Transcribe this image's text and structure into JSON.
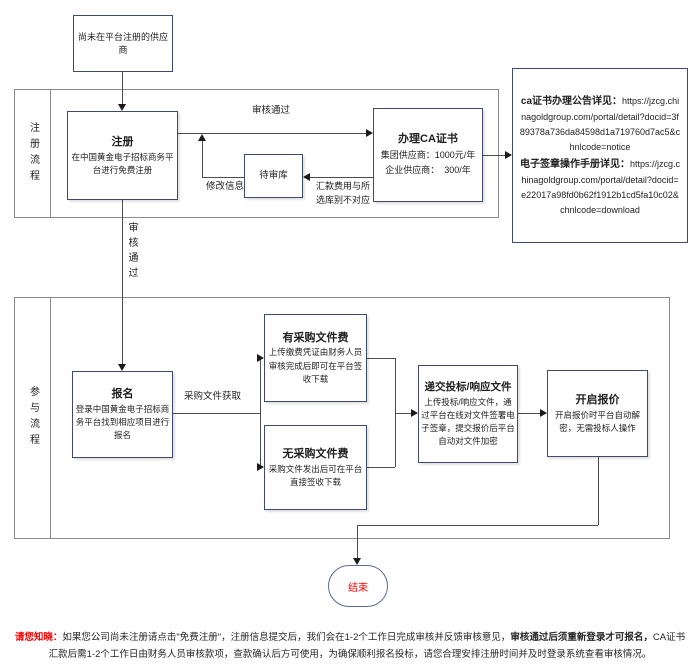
{
  "colors": {
    "node_border": "#3e4a6e",
    "lane_border": "#8a8a8a",
    "line": "#4d4d4d",
    "arrow": "#1a1a1a",
    "accent_red": "#ff0000",
    "text": "#1f1f1f"
  },
  "flow": {
    "start": {
      "label": "尚未在平台注册的供应商"
    },
    "section1": {
      "lane_label": "注册流程",
      "register": {
        "title": "注册",
        "desc": "在中国黄金电子招标商务平台进行免费注册"
      },
      "pending": {
        "title": "待审库"
      },
      "ca": {
        "title": "办理CA证书",
        "line1": "集团供应商：1000元/年",
        "line2": "企业供应商：  300/年"
      },
      "edge_approved": "审核通过",
      "edge_modify": "修改信息",
      "edge_mismatch": "汇款费用与所选库别不对应"
    },
    "edge_approved_vertical": "审核通过",
    "section2": {
      "lane_label": "参与流程",
      "signup": {
        "title": "报名",
        "desc": "登录中国黄金电子招标商务平台找到相应项目进行报名"
      },
      "edge_obtain": "采购文件获取",
      "fee_yes": {
        "title": "有采购文件费",
        "desc": "上传缴费凭证由财务人员审核完成后即可在平台签收下载"
      },
      "fee_no": {
        "title": "无采购文件费",
        "desc": "采购文件发出后可在平台直接签收下载"
      },
      "submit": {
        "title": "递交投标/响应文件",
        "desc": "上传投标/响应文件，通过平台在线对文件签署电子签章，提交报价后平台自动对文件加密"
      },
      "open_bid": {
        "title": "开启报价",
        "desc": "开启报价时平台自动解密，无需投标人操作"
      }
    },
    "info": {
      "entry1_label": "ca证书办理公告详见：",
      "entry1_url": "https://jzcg.chinagoldgroup.com/portal/detail?docid=3f89378a736da84598d1a719760d7ac5&chnlcode=notice",
      "entry2_label": "电子签章操作手册详见：",
      "entry2_url": "https://jzcg.chinagoldgroup.com/portal/detail?docid=e22017a98fd0b62f1912b1cd5fa10c02&chnlcode=download"
    },
    "end": {
      "label": "结束"
    }
  },
  "note": {
    "prefix": "请您知晓：",
    "part1": "如果您公司尚未注册请点击\"免费注册\"，注册信息提交后，我们会在1-2个工作日完成审核并反馈审核意见，",
    "bold": "审核通过后须重新登录才可报名，",
    "part2": "CA证书汇款后需1-2个工作日由财务人员审核款项，查款确认后方可使用，为确保顺利报名投标，请您合理安排注册时间并及时登录系统查看审核情况。"
  }
}
